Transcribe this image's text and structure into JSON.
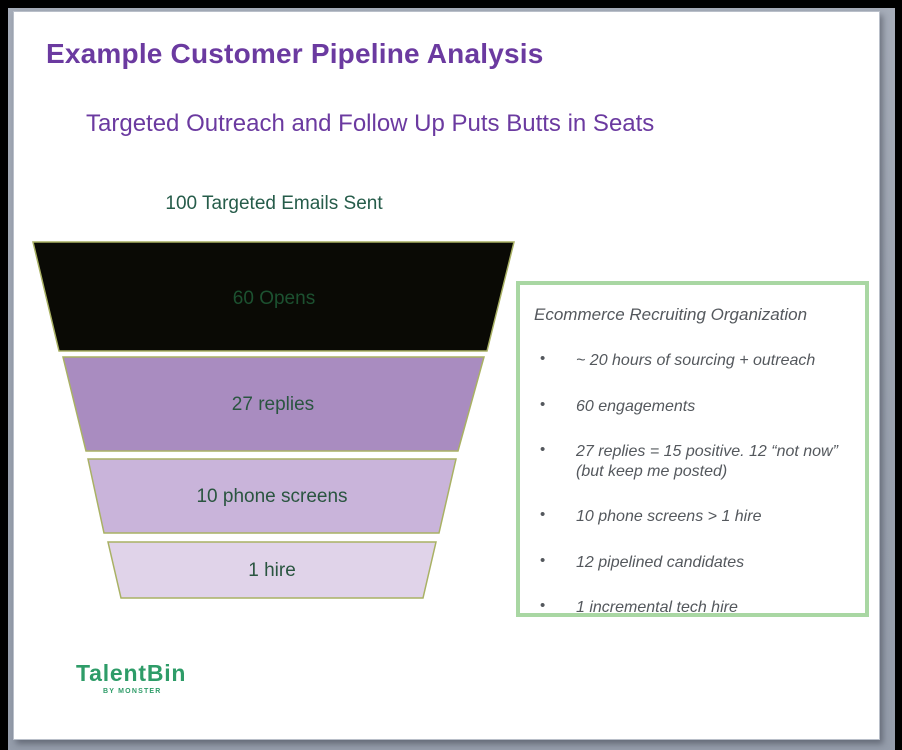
{
  "slide": {
    "title": "Example Customer Pipeline Analysis",
    "subtitle": "Targeted Outreach and Follow Up Puts Butts in Seats",
    "title_color": "#6b3aa0"
  },
  "chart_data": {
    "type": "funnel",
    "header": "100 Targeted Emails Sent",
    "top_value": 100,
    "stages": [
      {
        "label": "60 Opens",
        "value": 60,
        "fill": "#0a0a05",
        "text_color": "#1c5130"
      },
      {
        "label": "27 replies",
        "value": 27,
        "fill": "#a98cc0",
        "text_color": "#2a5540"
      },
      {
        "label": "10 phone screens",
        "value": 10,
        "fill": "#c9b4da",
        "text_color": "#2a5540"
      },
      {
        "label": "1 hire",
        "value": 1,
        "fill": "#e0d3e9",
        "text_color": "#2a5540"
      }
    ],
    "segment_border_color": "#a9b164",
    "header_color": "#265c4a"
  },
  "infobox": {
    "border_color": "#a9d7a3",
    "title": "Ecommerce Recruiting Organization",
    "bullets": [
      "~ 20 hours of sourcing + outreach",
      "60 engagements",
      "27 replies = 15 positive. 12 “not now” (but keep me posted)",
      "10 phone screens > 1 hire",
      "12 pipelined candidates",
      "1 incremental tech hire"
    ],
    "text_color": "#54585d"
  },
  "logo": {
    "name": "TalentBin",
    "tagline": "BY MONSTER",
    "color": "#2e9c68"
  }
}
